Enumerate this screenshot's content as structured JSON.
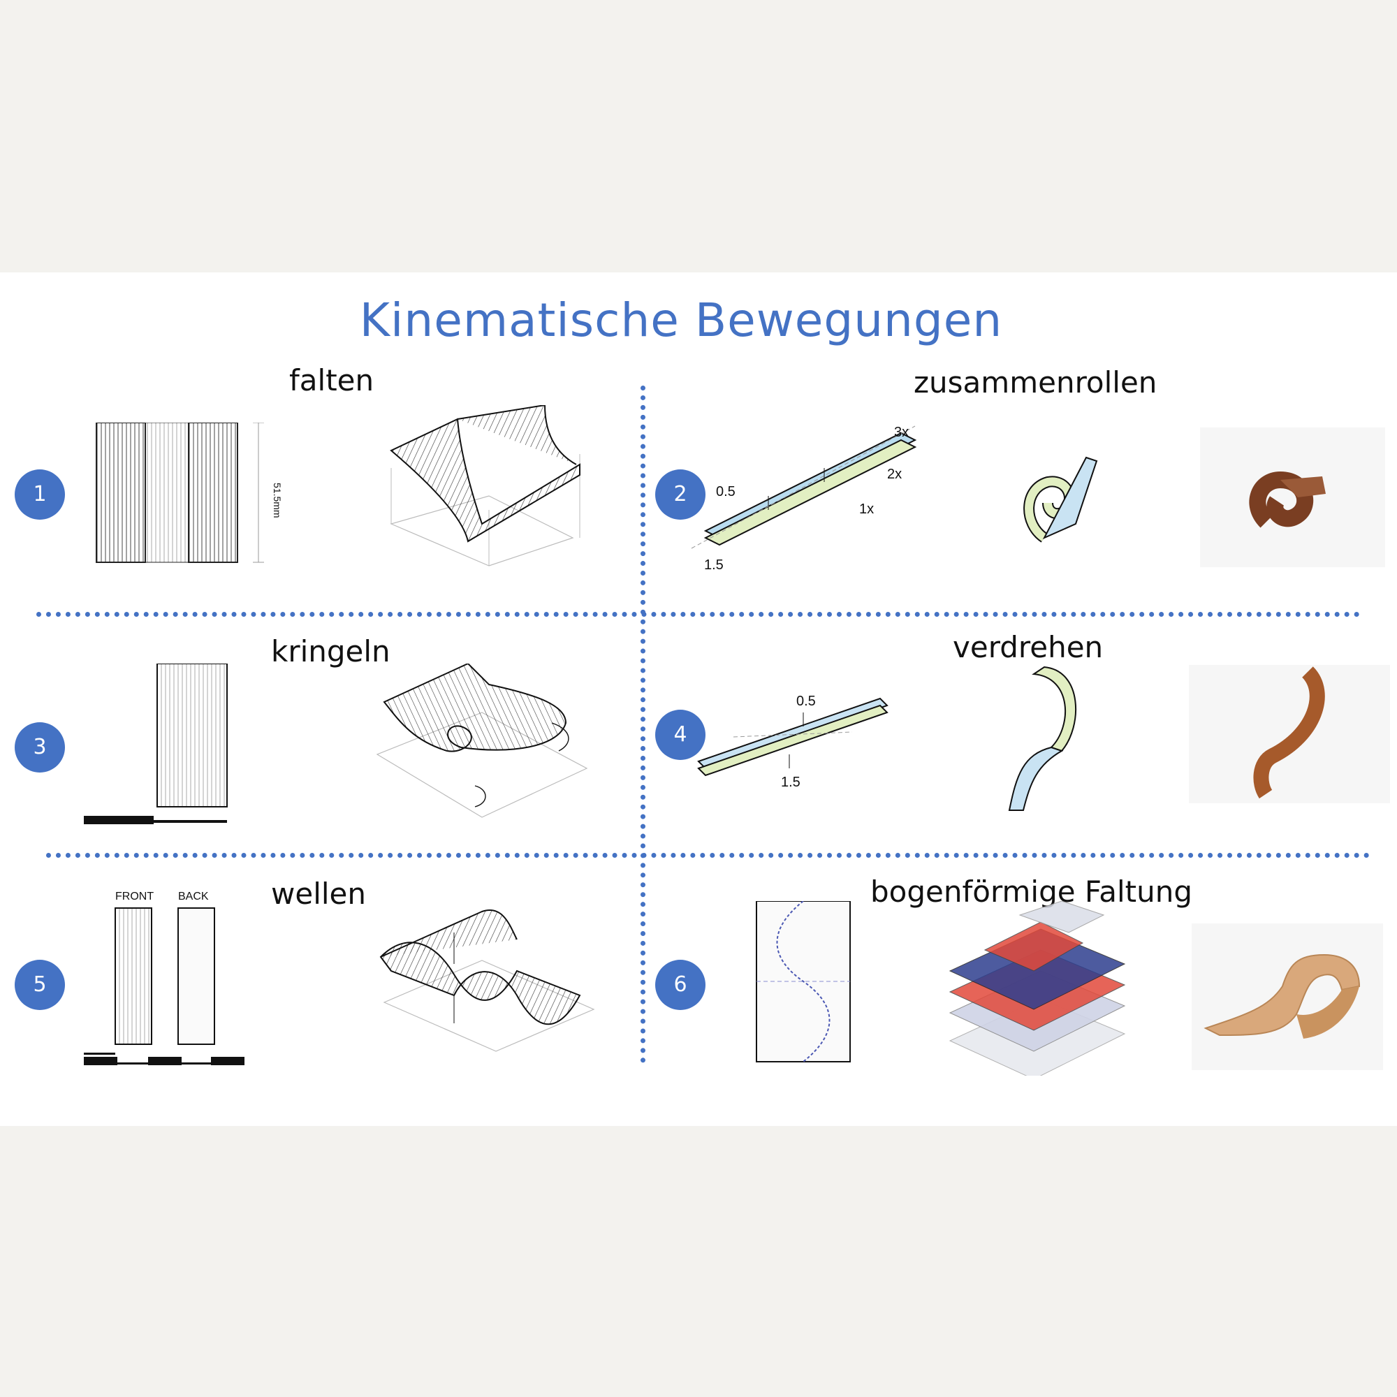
{
  "title": "Kinematische Bewegungen",
  "sections": [
    {
      "number": "1",
      "label": "falten",
      "dimension": "51.5mm"
    },
    {
      "number": "2",
      "label": "zusammenrollen",
      "annotations": [
        "3x",
        "2x",
        "1x",
        "0.5",
        "1.5"
      ]
    },
    {
      "number": "3",
      "label": "kringeln"
    },
    {
      "number": "4",
      "label": "verdrehen",
      "annotations": [
        "0.5",
        "1.5"
      ]
    },
    {
      "number": "5",
      "label": "wellen",
      "annotations": [
        "FRONT",
        "BACK"
      ]
    },
    {
      "number": "6",
      "label": "bogenförmige Faltung"
    }
  ],
  "colors": {
    "accent": "#4472c4",
    "photo_wood": "#9a5a38",
    "photo_veneer": "#d9a87b",
    "layer_blue": "#2e3f8f",
    "layer_red": "#e24a3b"
  }
}
